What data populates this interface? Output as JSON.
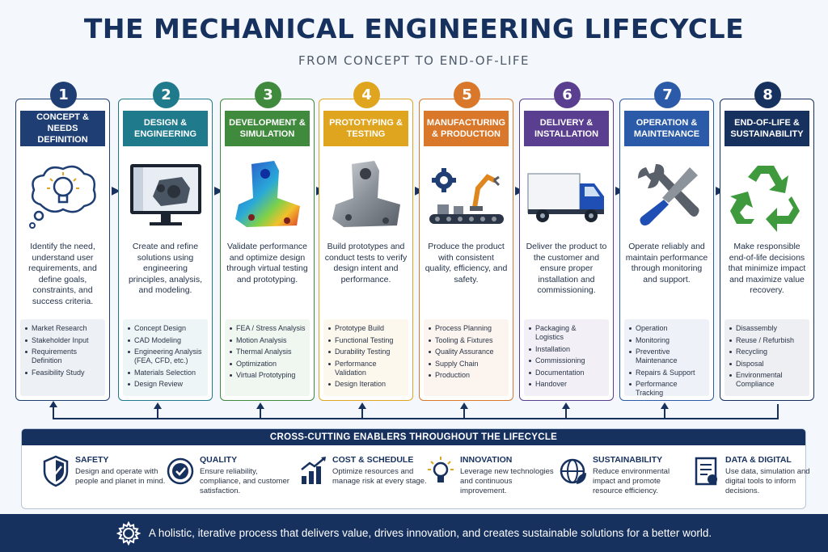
{
  "header": {
    "title": "THE MECHANICAL ENGINEERING LIFECYCLE",
    "subtitle": "FROM CONCEPT TO END-OF-LIFE"
  },
  "stages": [
    {
      "number": "1",
      "title": "CONCEPT &\nNEEDS DEFINITION",
      "color": "#1f3f74",
      "icon": "lightbulb-thought-icon",
      "description": "Identify the need, understand user requirements, and define goals, constraints, and success criteria.",
      "items": [
        "Market Research",
        "Stakeholder Input",
        "Requirements Definition",
        "Feasibility Study"
      ]
    },
    {
      "number": "2",
      "title": "DESIGN &\nENGINEERING",
      "color": "#1f7a8c",
      "icon": "cad-monitor-icon",
      "description": "Create and refine solutions using engineering principles, analysis, and modeling.",
      "items": [
        "Concept Design",
        "CAD Modeling",
        "Engineering Analysis (FEA, CFD, etc.)",
        "Materials Selection",
        "Design Review"
      ]
    },
    {
      "number": "3",
      "title": "DEVELOPMENT &\nSIMULATION",
      "color": "#3f8a3d",
      "icon": "fea-bracket-icon",
      "description": "Validate performance and optimize design through virtual testing and prototyping.",
      "items": [
        "FEA / Stress Analysis",
        "Motion Analysis",
        "Thermal Analysis",
        "Optimization",
        "Virtual Prototyping"
      ]
    },
    {
      "number": "4",
      "title": "PROTOTYPING &\nTESTING",
      "color": "#e0a51e",
      "icon": "metal-bracket-icon",
      "description": "Build prototypes and conduct tests to verify design intent and performance.",
      "items": [
        "Prototype Build",
        "Functional Testing",
        "Durability Testing",
        "Performance Validation",
        "Design Iteration"
      ]
    },
    {
      "number": "5",
      "title": "MANUFACTURING\n& PRODUCTION",
      "color": "#d9782a",
      "icon": "factory-robot-icon",
      "description": "Produce the product with consistent quality, efficiency, and safety.",
      "items": [
        "Process Planning",
        "Tooling & Fixtures",
        "Quality Assurance",
        "Supply Chain",
        "Production"
      ]
    },
    {
      "number": "6",
      "title": "DELIVERY &\nINSTALLATION",
      "color": "#5a3e8f",
      "icon": "delivery-truck-icon",
      "description": "Deliver the product to the customer and ensure proper installation and commissioning.",
      "items": [
        "Packaging & Logistics",
        "Installation",
        "Commissioning",
        "Documentation",
        "Handover"
      ]
    },
    {
      "number": "7",
      "title": "OPERATION &\nMAINTENANCE",
      "color": "#2a5aa8",
      "icon": "wrench-screwdriver-icon",
      "description": "Operate reliably and maintain performance through monitoring and support.",
      "items": [
        "Operation",
        "Monitoring",
        "Preventive Maintenance",
        "Repairs & Support",
        "Performance Tracking"
      ]
    },
    {
      "number": "8",
      "title": "END-OF-LIFE &\nSUSTAINABILITY",
      "color": "#17315f",
      "icon": "recycle-icon",
      "description": "Make responsible end-of-life decisions that minimize impact and maximize value recovery.",
      "items": [
        "Disassembly",
        "Reuse / Refurbish",
        "Recycling",
        "Disposal",
        "Environmental Compliance"
      ]
    }
  ],
  "enablers": {
    "heading": "CROSS-CUTTING ENABLERS THROUGHOUT THE LIFECYCLE",
    "items": [
      {
        "title": "SAFETY",
        "text": "Design and operate with people and planet in mind.",
        "icon": "shield-check-icon"
      },
      {
        "title": "QUALITY",
        "text": "Ensure reliability, compliance, and customer satisfaction.",
        "icon": "quality-check-icon"
      },
      {
        "title": "COST & SCHEDULE",
        "text": "Optimize resources and manage risk at every stage.",
        "icon": "growth-chart-icon"
      },
      {
        "title": "INNOVATION",
        "text": "Leverage new technologies and continuous improvement.",
        "icon": "lightbulb-icon"
      },
      {
        "title": "SUSTAINABILITY",
        "text": "Reduce environmental impact and promote resource efficiency.",
        "icon": "globe-leaf-icon"
      },
      {
        "title": "DATA & DIGITAL",
        "text": "Use data, simulation and digital tools to inform decisions.",
        "icon": "digital-document-icon"
      }
    ]
  },
  "footer": {
    "text": "A holistic, iterative process that delivers value, drives innovation, and creates sustainable solutions for a better world.",
    "icon": "gear-icon"
  }
}
